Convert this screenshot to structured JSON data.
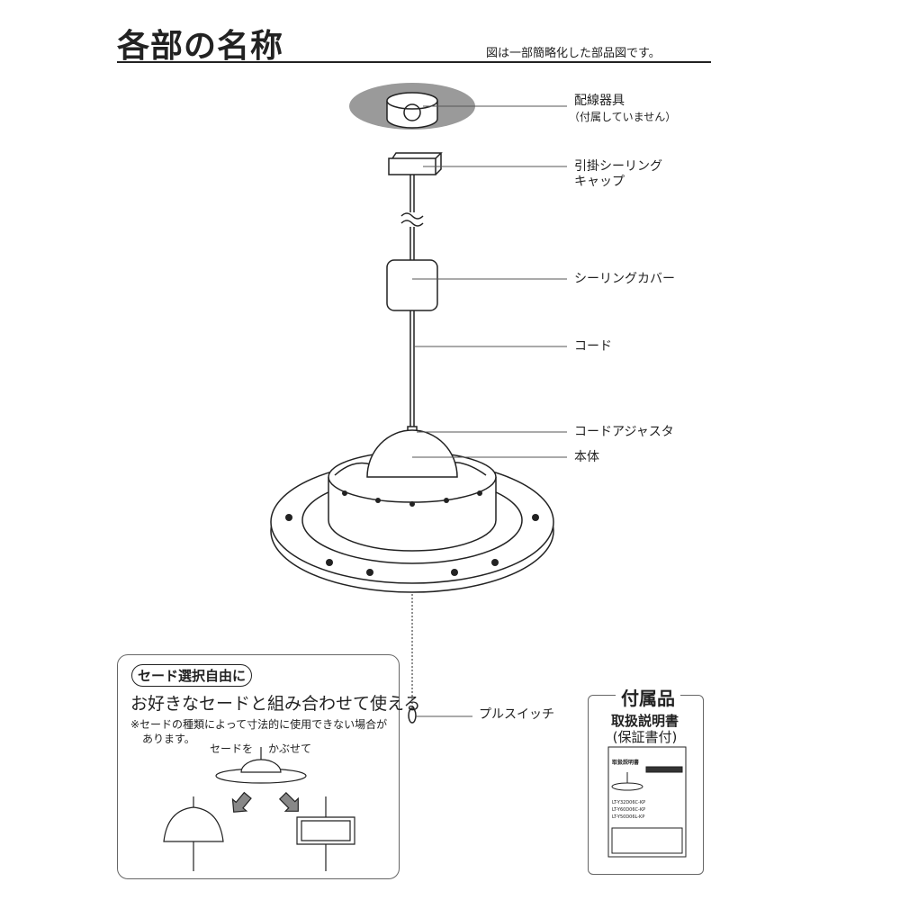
{
  "header": {
    "title": "各部の名称",
    "subtitle": "図は一部簡略化した部品図です。"
  },
  "parts": {
    "wiring_device": "配線器具",
    "wiring_device_note": "（付属していません）",
    "ceiling_cap_line1": "引掛シーリング",
    "ceiling_cap_line2": "キャップ",
    "ceiling_cover": "シーリングカバー",
    "cord": "コード",
    "cord_adjuster": "コードアジャスタ",
    "body": "本体",
    "pull_switch": "プルスイッチ"
  },
  "shade_box": {
    "badge": "セード選択自由に",
    "headline": "お好きなセードと組み合わせて使える",
    "note_line1": "※セードの種類によって寸法的に使用できない場合が",
    "note_line2": "あります。",
    "caption_left": "セードを",
    "caption_right": "かぶせて"
  },
  "accessories": {
    "title": "付属品",
    "item_line1": "取扱説明書",
    "item_line2": "(保証書付)",
    "manual_heading": "取扱説明書",
    "manual_models": [
      "LT-Y32D06C-KP",
      "LT-Y60D06C-KP",
      "LT-Y50D06L-KP"
    ]
  }
}
